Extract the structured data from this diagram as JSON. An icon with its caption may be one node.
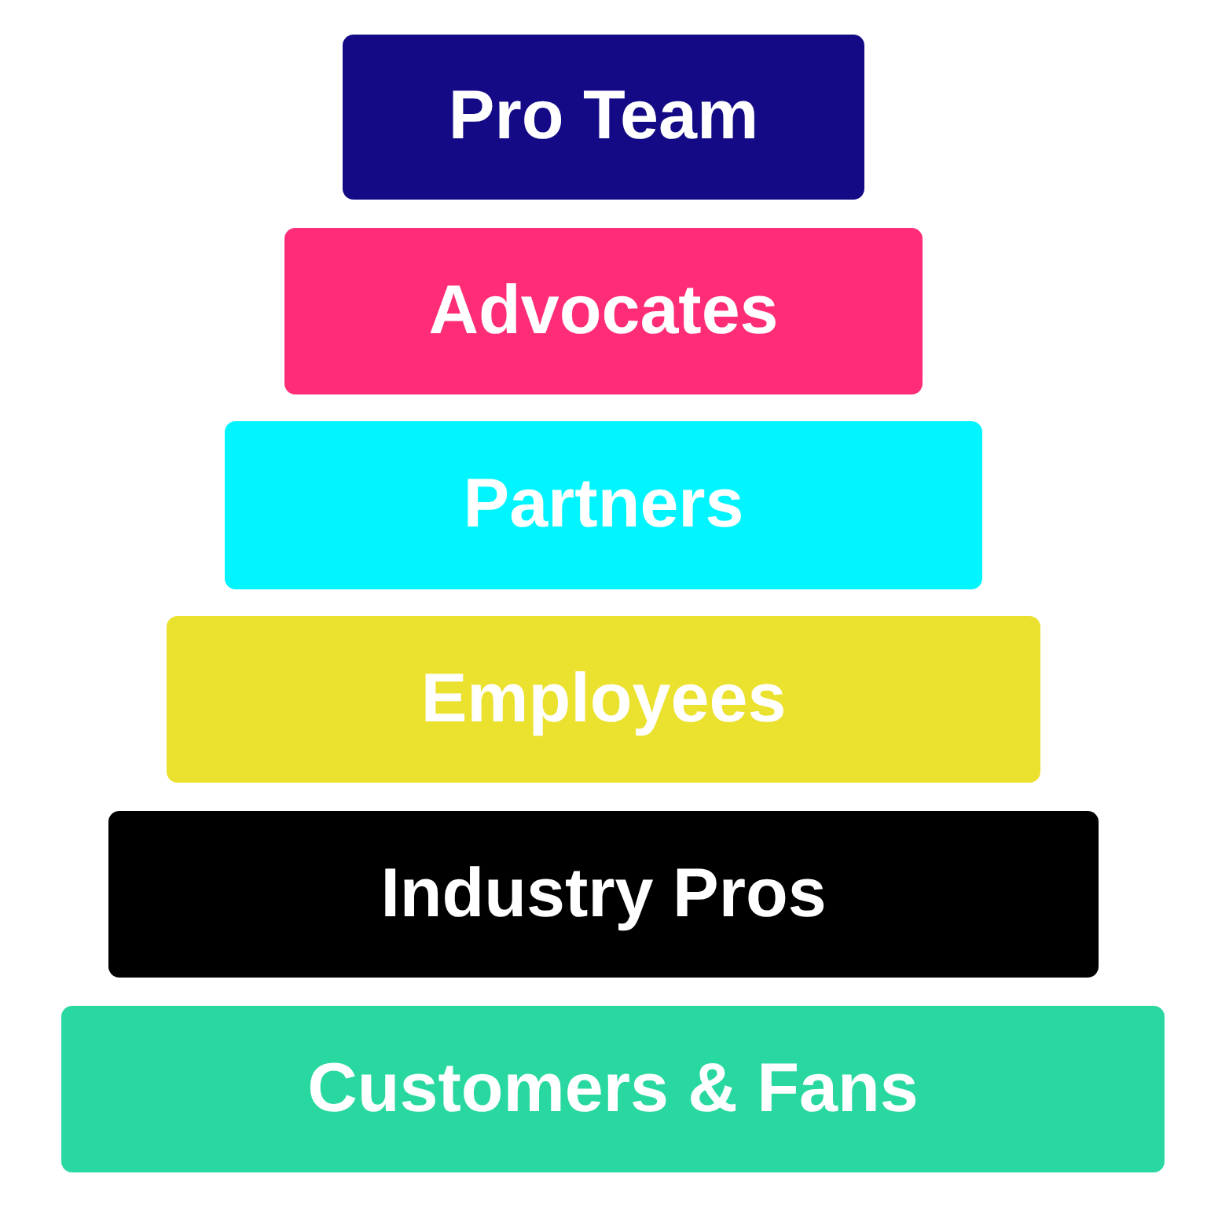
{
  "diagram": {
    "nodes": [
      {
        "text": [
          "Pro Team"
        ]
      },
      {
        "text": [
          "Advocates"
        ]
      },
      {
        "text": [
          "Partners"
        ]
      },
      {
        "text": [
          "Employees"
        ]
      },
      {
        "text": [
          "Industry Pros"
        ]
      },
      {
        "text": [
          "Customers & Fans"
        ]
      }
    ]
  }
}
